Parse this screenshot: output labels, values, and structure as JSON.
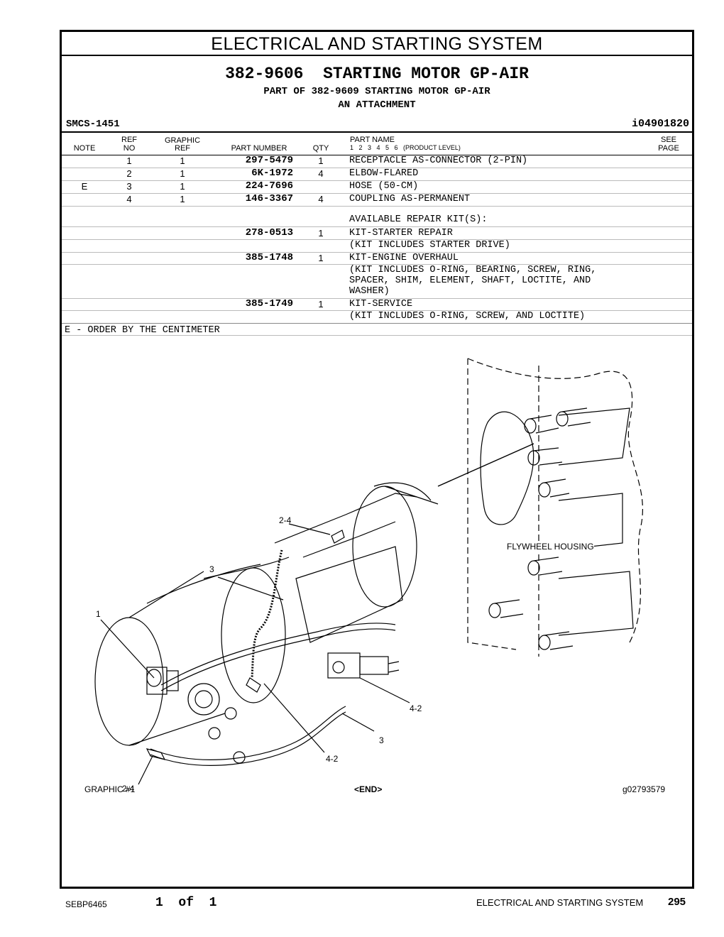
{
  "section_title": "ELECTRICAL AND STARTING SYSTEM",
  "title": "382-9606  STARTING MOTOR GP-AIR",
  "subtitle_line1": "PART OF 382-9609 STARTING MOTOR GP-AIR",
  "subtitle_line2": "AN ATTACHMENT",
  "smcs": "SMCS-1451",
  "doc_id": "i04901820",
  "columns": {
    "note": "NOTE",
    "ref_no_1": "REF",
    "ref_no_2": "NO",
    "graphic_ref_1": "GRAPHIC",
    "graphic_ref_2": "REF",
    "part_number": "PART NUMBER",
    "qty": "QTY",
    "part_name": "PART NAME",
    "product_level": "1   2   3   4   5   6   (PRODUCT LEVEL)",
    "see_page_1": "SEE",
    "see_page_2": "PAGE"
  },
  "parts": [
    {
      "note": "",
      "ref": "1",
      "graphic": "1",
      "part_number": "297-5479",
      "qty": "1",
      "name": "RECEPTACLE AS-CONNECTOR (2-PIN)"
    },
    {
      "note": "",
      "ref": "2",
      "graphic": "1",
      "part_number": "6K-1972",
      "qty": "4",
      "name": "ELBOW-FLARED"
    },
    {
      "note": "E",
      "ref": "3",
      "graphic": "1",
      "part_number": "224-7696",
      "qty": "",
      "name": "HOSE (50-CM)"
    },
    {
      "note": "",
      "ref": "4",
      "graphic": "1",
      "part_number": "146-3367",
      "qty": "4",
      "name": "COUPLING AS-PERMANENT"
    }
  ],
  "repair_kits_heading": "AVAILABLE REPAIR KIT(S):",
  "kits": [
    {
      "part_number": "278-0513",
      "qty": "1",
      "name": "KIT-STARTER REPAIR",
      "includes": "(KIT INCLUDES STARTER DRIVE)"
    },
    {
      "part_number": "385-1748",
      "qty": "1",
      "name": "KIT-ENGINE OVERHAUL",
      "includes": "(KIT INCLUDES O-RING, BEARING, SCREW, RING,\nSPACER, SHIM, ELEMENT, SHAFT, LOCTITE, AND\nWASHER)"
    },
    {
      "part_number": "385-1749",
      "qty": "1",
      "name": "KIT-SERVICE",
      "includes": "(KIT INCLUDES O-RING, SCREW, AND LOCTITE)"
    }
  ],
  "footnote": "E - ORDER BY THE CENTIMETER",
  "graphic": {
    "callouts": [
      "2-4",
      "3",
      "1",
      "4-2",
      "3",
      "4-2",
      "2-4"
    ],
    "flywheel_label": "FLYWHEEL HOUSING",
    "graphic_number": "GRAPHIC #1",
    "end_marker": "<END>",
    "graphic_id": "g02793579"
  },
  "footer": {
    "doc_number": "SEBP6465",
    "page_of": "1  of  1",
    "section": "ELECTRICAL AND STARTING SYSTEM",
    "page_number": "295"
  }
}
